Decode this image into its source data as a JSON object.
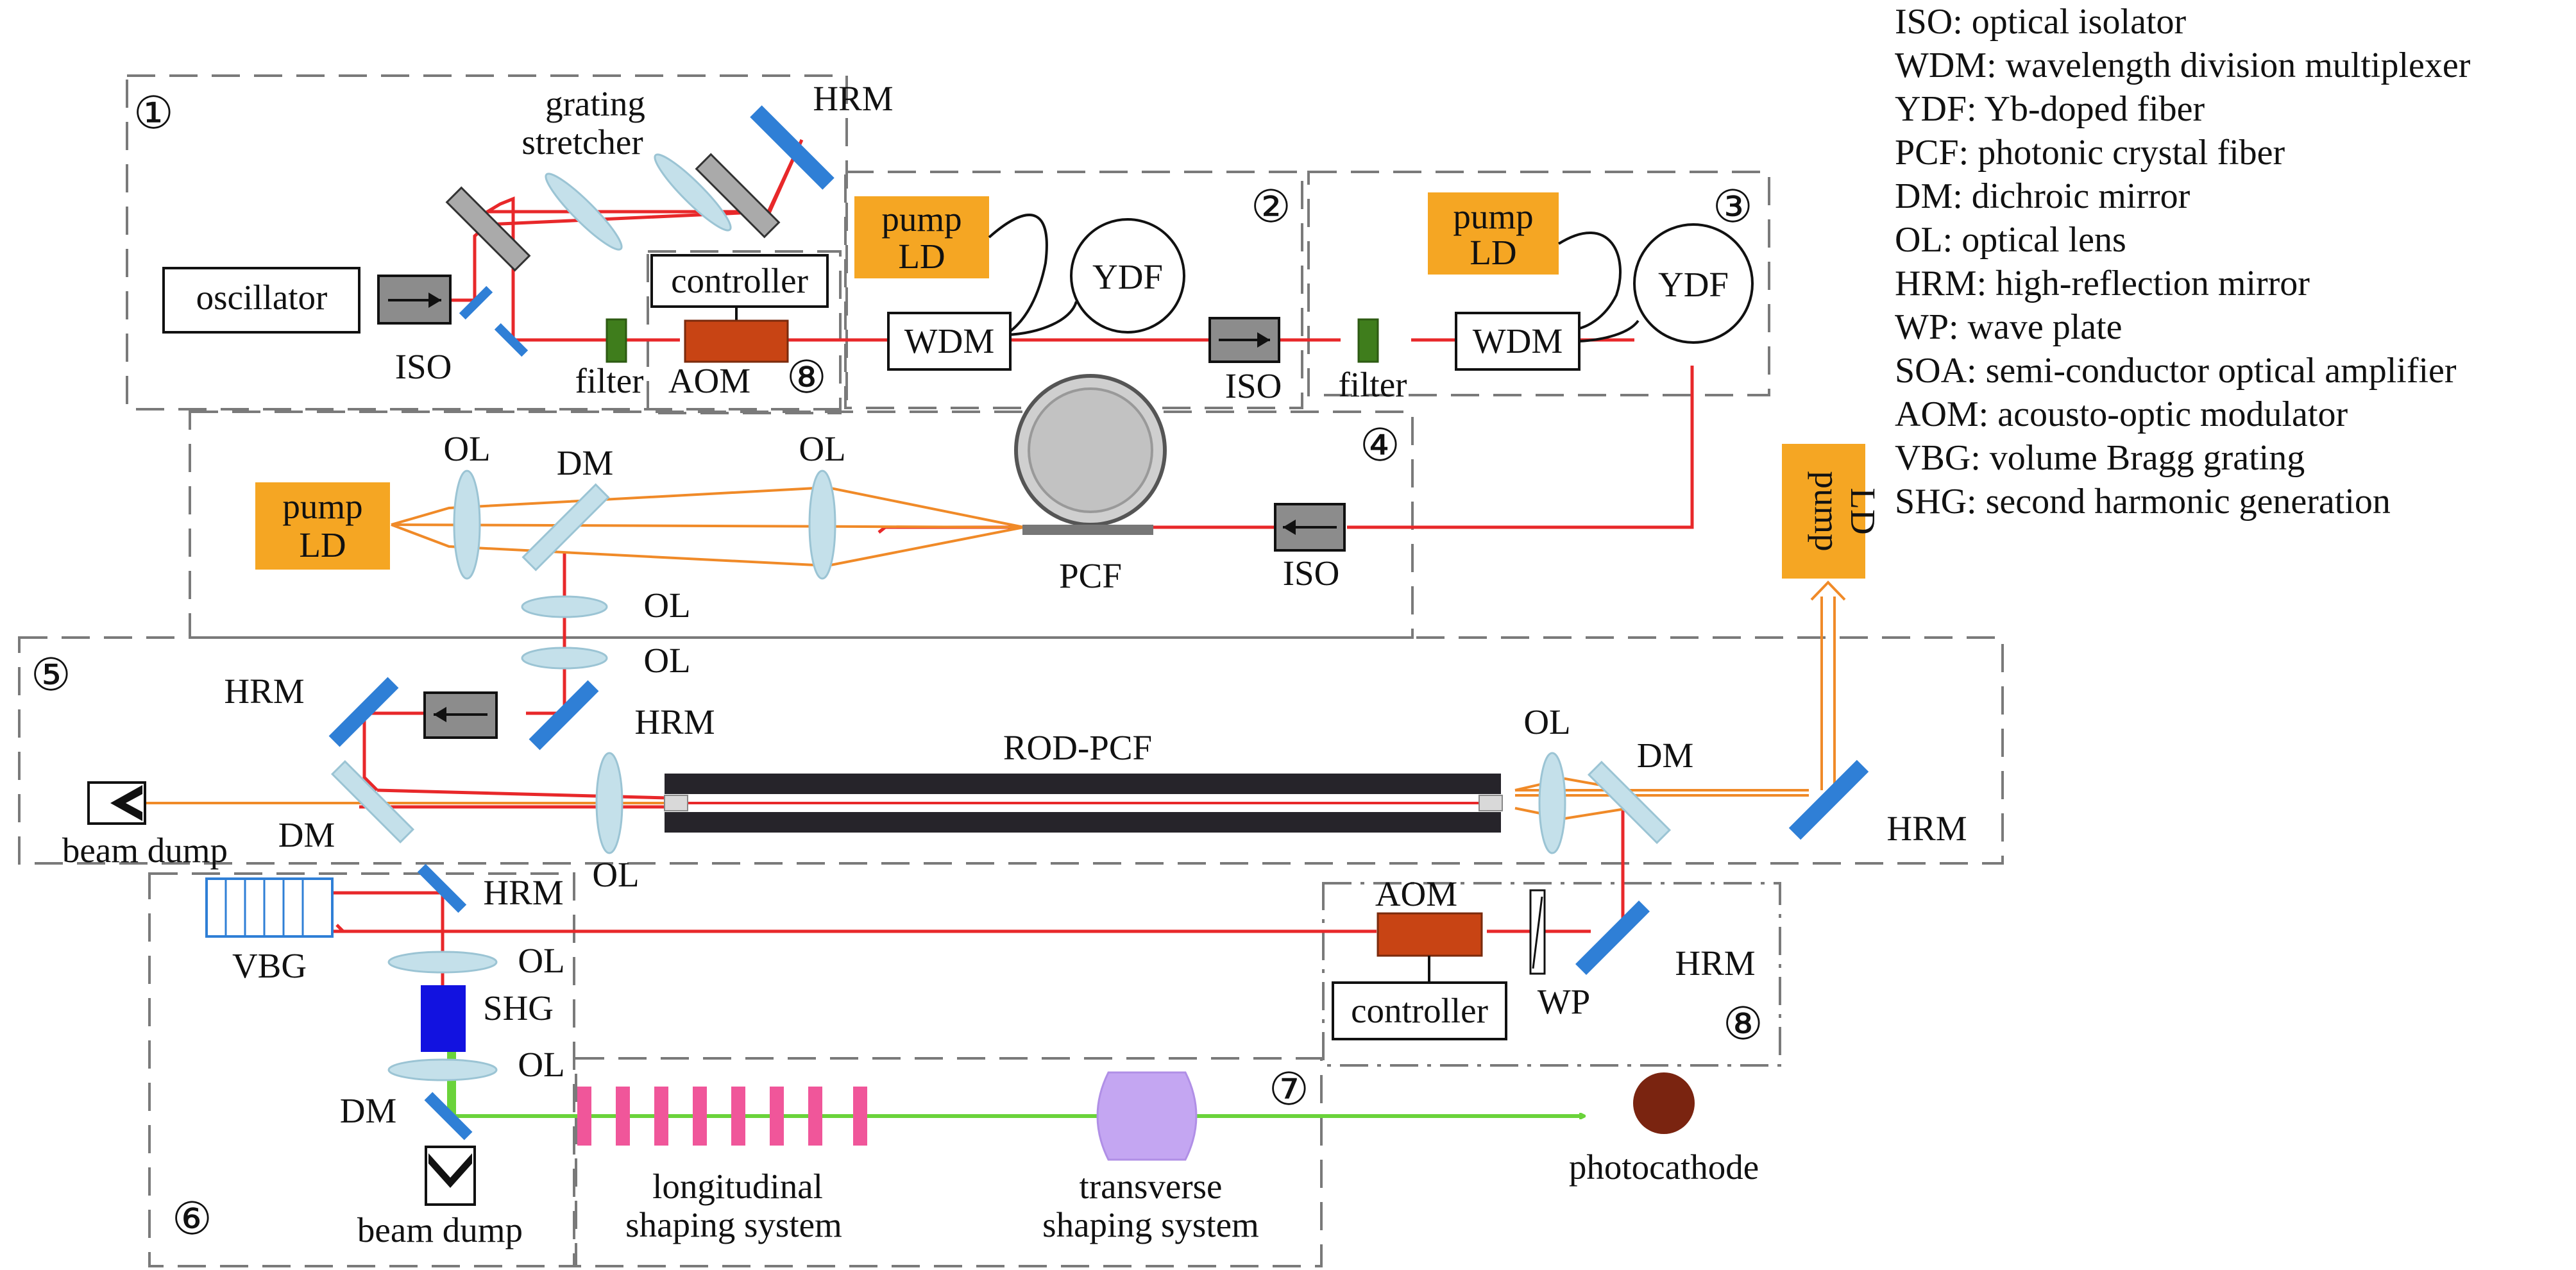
{
  "legend": [
    "ISO: optical isolator",
    "WDM: wavelength division multiplexer",
    "YDF: Yb-doped fiber",
    "PCF: photonic crystal fiber",
    "DM: dichroic mirror",
    "OL: optical lens",
    "HRM: high-reflection mirror",
    "WP: wave plate",
    "SOA: semi-conductor optical amplifier",
    "AOM: acousto-optic modulator",
    "VBG: volume Bragg grating",
    "SHG: second harmonic generation"
  ],
  "sections": {
    "s1": "①",
    "s2": "②",
    "s3": "③",
    "s4": "④",
    "s5": "⑤",
    "s6": "⑥",
    "s7": "⑦",
    "s8a": "⑧",
    "s8b": "⑧"
  },
  "labels": {
    "oscillator": "oscillator",
    "iso_1": "ISO",
    "grating_1": "grating",
    "grating_2": "stretcher",
    "hrm_top": "HRM",
    "controller_top": "controller",
    "aom_top": "AOM",
    "filter_1": "filter",
    "pump_2a": "pump",
    "pump_2b": "LD",
    "ydf_2": "YDF",
    "wdm_2": "WDM",
    "iso_2": "ISO",
    "pump_3a": "pump",
    "pump_3b": "LD",
    "ydf_3": "YDF",
    "wdm_3": "WDM",
    "filter_2": "filter",
    "ol_4a": "OL",
    "dm_4": "DM",
    "ol_4b": "OL",
    "pump_4a": "pump",
    "pump_4b": "LD",
    "pcf": "PCF",
    "iso_4": "ISO",
    "ol_mid1": "OL",
    "ol_mid2": "OL",
    "pump_right_a": "pump",
    "pump_right_b": "LD",
    "hrm_5a": "HRM",
    "hrm_5b": "HRM",
    "beam_dump_5": "beam dump",
    "dm_5a": "DM",
    "ol_5a": "OL",
    "rod_pcf": "ROD-PCF",
    "ol_5b": "OL",
    "dm_5b": "DM",
    "hrm_5c": "HRM",
    "hrm_6": "HRM",
    "vbg": "VBG",
    "ol_6a": "OL",
    "shg": "SHG",
    "ol_6b": "OL",
    "dm_6": "DM",
    "beam_dump_6": "beam dump",
    "aom_8": "AOM",
    "controller_8": "controller",
    "wp": "WP",
    "hrm_8": "HRM",
    "long_1": "longitudinal",
    "long_2": "shaping system",
    "trans_1": "transverse",
    "trans_2": "shaping system",
    "photocathode": "photocathode"
  },
  "colors": {
    "beam_ir": "#e8282a",
    "beam_pump": "#f08a28",
    "beam_green": "#6ad33a",
    "pump_box": "#f5a623",
    "aom_fill": "#c84414",
    "filter_fill": "#3f7d1c",
    "mirror_blue": "#2f7fd6",
    "lens_fill": "#c4e0ea",
    "iso_fill": "#8c8c8c",
    "shg_fill": "#1212e0",
    "pink_shaping": "#f0569a",
    "lilac_shaping": "#c4a6f2",
    "photocathode_fill": "#7a2410",
    "rod_fill": "#26242a",
    "dash_line": "#7a7a7a"
  }
}
